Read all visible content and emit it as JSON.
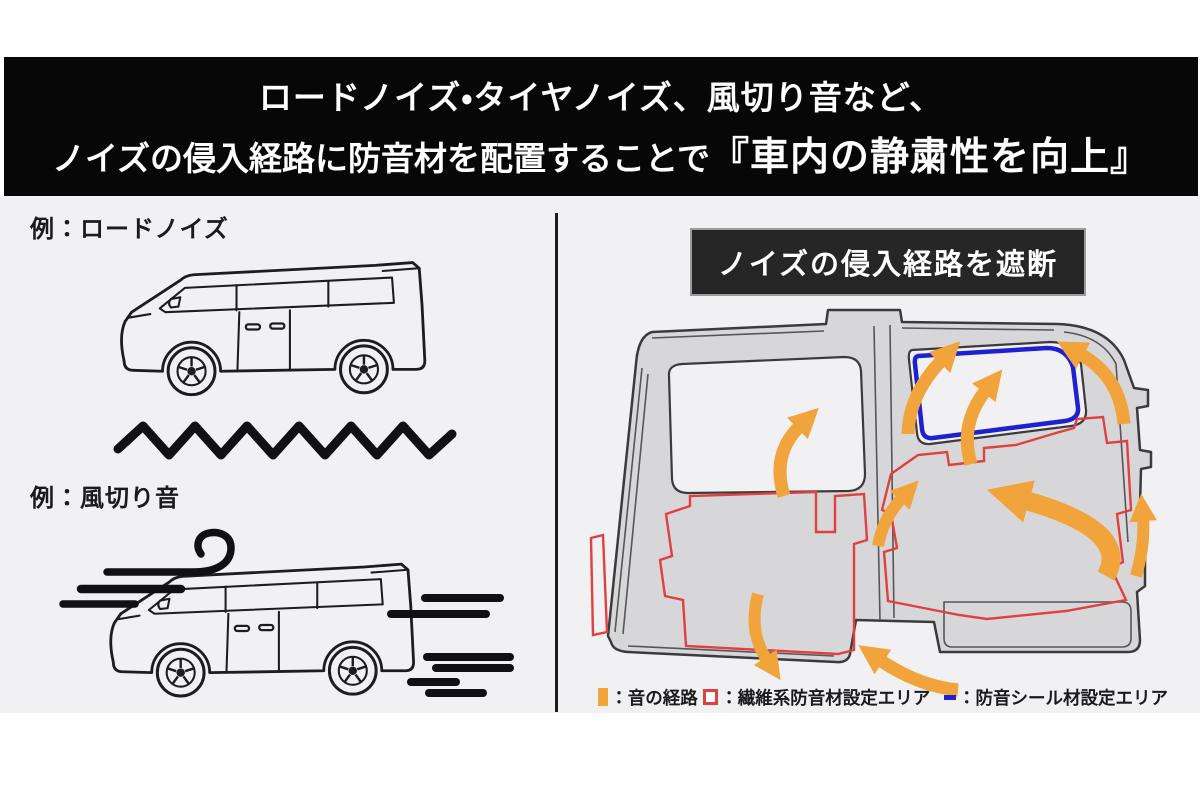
{
  "banner": {
    "line1": "ロードノイズ・タイヤノイズ、風切り音など、",
    "line2_prefix": "ノイズの侵入経路に防音材を配置することで",
    "line2_highlight": "『車内の静粛性を向上』"
  },
  "left_panel": {
    "example1_label": "例：ロードノイズ",
    "example2_label": "例：風切り音"
  },
  "right_panel": {
    "title": "ノイズの侵入経路を遮断"
  },
  "legend": {
    "sound_path_label": "：音の経路",
    "fiber_label": "：繊維系防音材設定エリア",
    "seal_label": "：防音シール材設定エリア"
  },
  "colors": {
    "noise_path_orange": "#F2A43C",
    "fiber_area_red": "#E04040",
    "seal_area_blue": "#1D21CF",
    "banner_black": "#070707",
    "background_gray": "#f1f1f3"
  },
  "icons": {
    "road_noise_wave": "zigzag-wave-icon",
    "wind_gust": "wind-curl-icon",
    "noise_arrow": "orange-curved-arrow-icon"
  }
}
